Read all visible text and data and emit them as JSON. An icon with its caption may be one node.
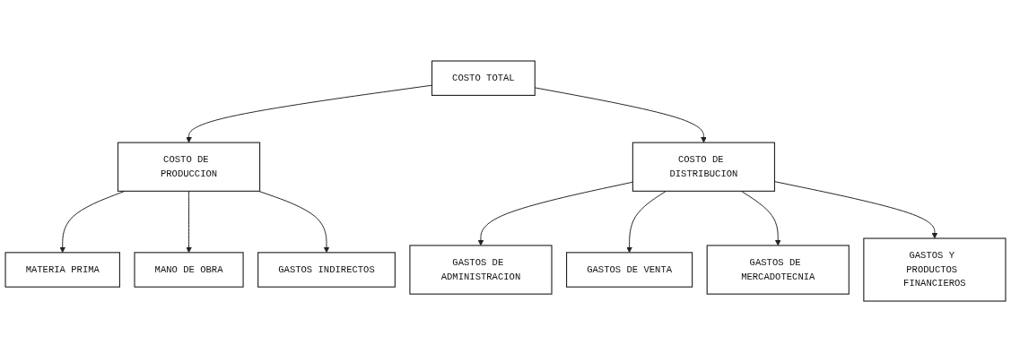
{
  "diagram": {
    "nodes": [
      {
        "text": [
          "COSTO TOTAL"
        ]
      },
      {
        "text": [
          "COSTO DE PRODUCCION"
        ]
      },
      {
        "text": [
          "COSTO DE DISTRIBUCION"
        ]
      },
      {
        "text": [
          "MATERIA PRIMA"
        ]
      },
      {
        "text": [
          "MANO DE OBRA"
        ]
      },
      {
        "text": [
          "GASTOS INDIRECTOS"
        ]
      },
      {
        "text": [
          "GASTOS DE ADMINISTRACION"
        ]
      },
      {
        "text": [
          "GASTOS DE VENTA"
        ]
      },
      {
        "text": [
          "GASTOS DE MERCADOTECNIA"
        ]
      },
      {
        "text": [
          "GASTOS Y PRODUCTOS FINANCIEROS"
        ]
      }
    ],
    "edges": [
      {
        "from": 0,
        "to": 1,
        "arrow": "to"
      },
      {
        "from": 0,
        "to": 2,
        "arrow": "to"
      },
      {
        "from": 1,
        "to": 3,
        "arrow": "to"
      },
      {
        "from": 1,
        "to": 4,
        "arrow": "to"
      },
      {
        "from": 1,
        "to": 5,
        "arrow": "to"
      },
      {
        "from": 2,
        "to": 6,
        "arrow": "to"
      },
      {
        "from": 2,
        "to": 7,
        "arrow": "to"
      },
      {
        "from": 2,
        "to": 8,
        "arrow": "to"
      },
      {
        "from": 2,
        "to": 9,
        "arrow": "to"
      }
    ]
  }
}
